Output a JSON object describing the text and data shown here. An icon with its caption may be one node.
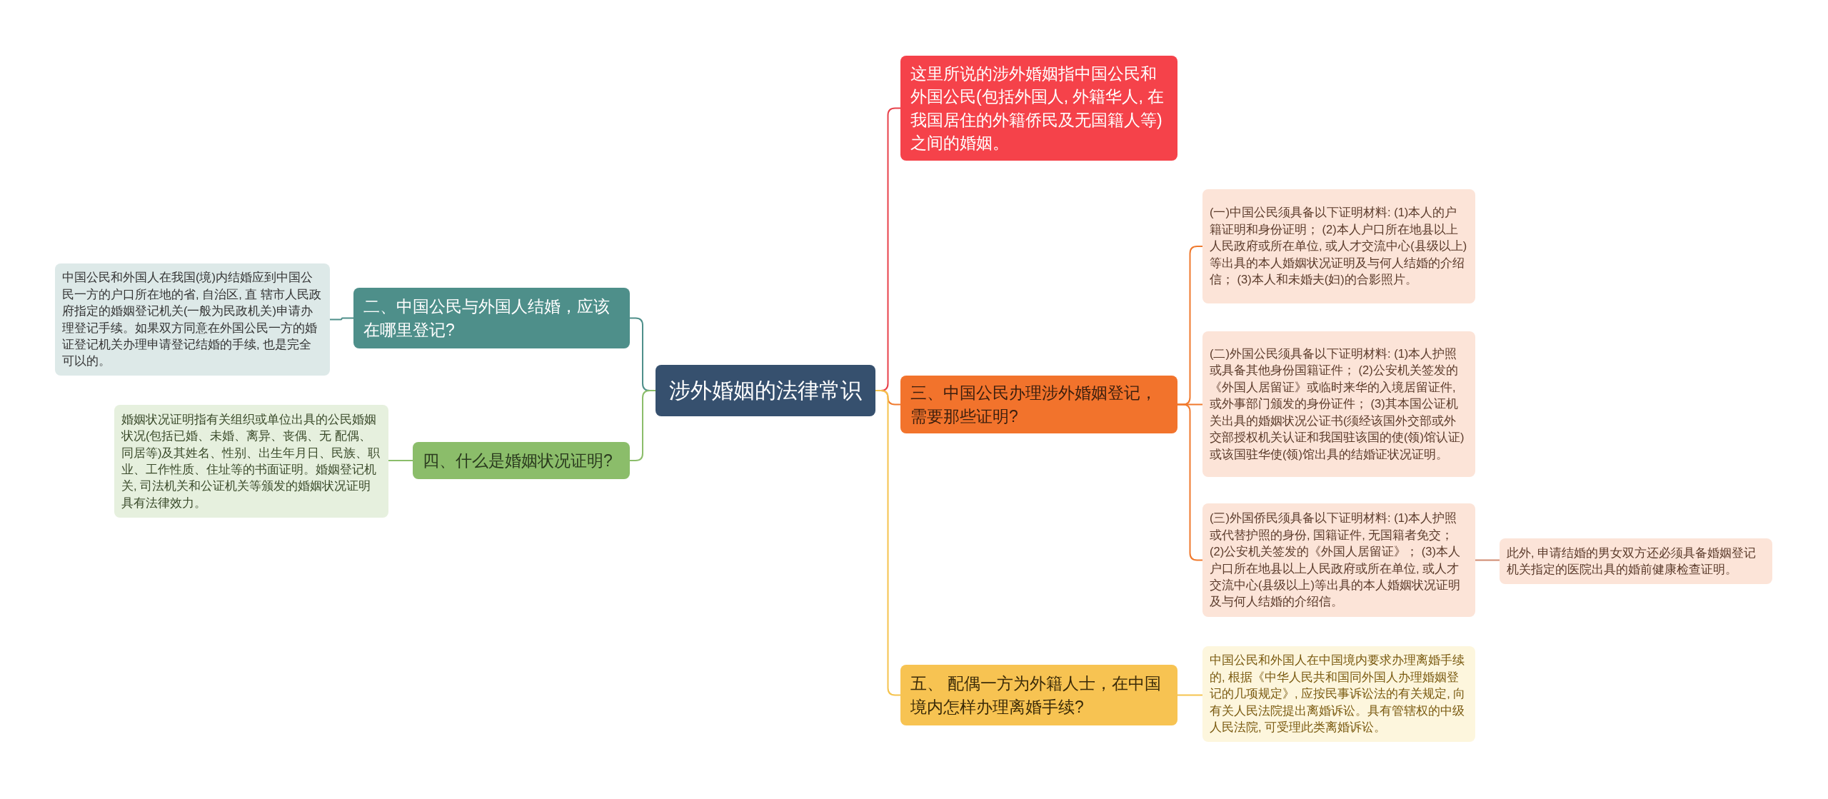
{
  "diagram": {
    "nodes": [
      {
        "text": [
          "涉外婚姻的法律常识"
        ]
      },
      {
        "text": [
          "二、中国公民与外国人结婚，应该在哪里登记?"
        ]
      },
      {
        "text": [
          "中国公民和外国人在我国(境)内结婚应到中国公民一方的户口所在地的省, 自治区, 直 辖市人民政府指定的婚姻登记机关(一般为民政机关)申请办理登记手续。如果双方同意在外国公民一方的婚证登记机关办理申请登记结婚的手续, 也是完全可以的。"
        ]
      },
      {
        "text": [
          "四、什么是婚姻状况证明?"
        ]
      },
      {
        "text": [
          "婚姻状况证明指有关组织或单位出具的公民婚姻状况(包括已婚、未婚、离异、丧偶、无 配偶、同居等)及其姓名、性别、出生年月日、民族、职业、工作性质、住址等的书面证明。婚姻登记机关, 司法机关和公证机关等颁发的婚姻状况证明具有法律效力。"
        ]
      },
      {
        "text": [
          "这里所说的涉外婚姻指中国公民和外国公民(包括外国人, 外籍华人, 在我国居住的外籍侨民及无国籍人等)之间的婚姻。"
        ]
      },
      {
        "text": [
          "三、中国公民办理涉外婚姻登记，需要那些证明?"
        ]
      },
      {
        "text": [
          "(一)中国公民须具备以下证明材料: (1)本人的户籍证明和身份证明； (2)本人户口所在地县以上人民政府或所在单位, 或人才交流中心(县级以上)等出具的本人婚姻状况证明及与何人结婚的介绍信； (3)本人和未婚夫(妇)的合影照片。"
        ]
      },
      {
        "text": [
          "(二)外国公民须具备以下证明材料: (1)本人护照或具备其他身份国籍证件； (2)公安机关签发的《外国人居留证》或临时来华的入境居留证件, 或外事部门颁发的身份证件； (3)其本国公证机关出具的婚姻状况公证书(须经该国外交部或外交部授权机关认证和我国驻该国的使(领)馆认证)或该国驻华使(领)馆出具的结婚证状况证明。"
        ]
      },
      {
        "text": [
          "(三)外国侨民须具备以下证明材料: (1)本人护照或代替护照的身份, 国籍证件, 无国籍者免交； (2)公安机关签发的《外国人居留证》； (3)本人户口所在地县以上人民政府或所在单位, 或人才交流中心(县级以上)等出具的本人婚姻状况证明及与何人结婚的介绍信。"
        ]
      },
      {
        "text": [
          "此外, 申请结婚的男女双方还必须具备婚姻登记机关指定的医院出具的婚前健康检查证明。"
        ]
      },
      {
        "text": [
          "五、 配偶一方为外籍人士，在中国境内怎样办理离婚手续?"
        ]
      },
      {
        "text": [
          "中国公民和外国人在中国境内要求办理离婚手续的, 根据《中华人民共和国同外国人办理婚姻登记的几项规定》, 应按民事诉讼法的有关规定, 向有关人民法院提出离婚诉讼。具有管辖权的中级人民法院, 可受理此类离婚诉讼。"
        ]
      }
    ],
    "edges": [
      {
        "from": 0,
        "to": 1,
        "arrow": "none",
        "color": "#4e8f8a"
      },
      {
        "from": 1,
        "to": 2,
        "arrow": "none",
        "color": "#4e8f8a"
      },
      {
        "from": 0,
        "to": 3,
        "arrow": "none",
        "color": "#8bbd6a"
      },
      {
        "from": 3,
        "to": 4,
        "arrow": "none",
        "color": "#8bbd6a"
      },
      {
        "from": 0,
        "to": 5,
        "arrow": "none",
        "color": "#e8414a"
      },
      {
        "from": 0,
        "to": 6,
        "arrow": "none",
        "color": "#f07a2e"
      },
      {
        "from": 6,
        "to": 7,
        "arrow": "none",
        "color": "#f07a2e"
      },
      {
        "from": 6,
        "to": 8,
        "arrow": "none",
        "color": "#f07a2e"
      },
      {
        "from": 6,
        "to": 9,
        "arrow": "none",
        "color": "#f07a2e"
      },
      {
        "from": 9,
        "to": 10,
        "arrow": "none",
        "color": "#d08a70"
      },
      {
        "from": 0,
        "to": 11,
        "arrow": "none",
        "color": "#f5c34e"
      },
      {
        "from": 11,
        "to": 12,
        "arrow": "none",
        "color": "#f5c34e"
      }
    ]
  }
}
